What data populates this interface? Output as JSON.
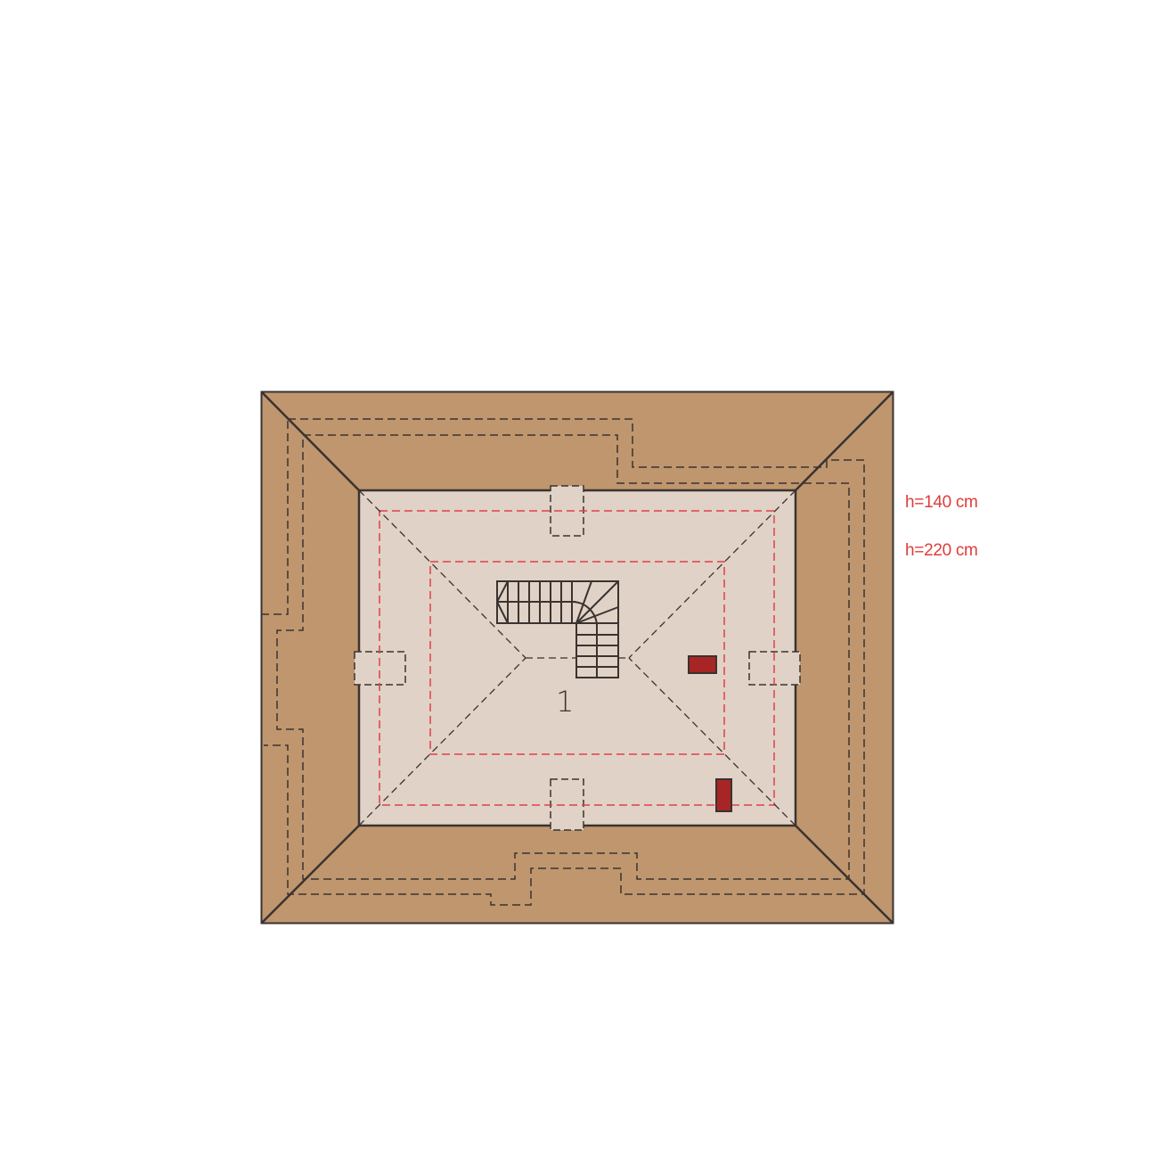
{
  "plan": {
    "type": "attic floor plan / roof outline",
    "colors": {
      "roof": "#bf966e",
      "floor": "#e0d2c6",
      "outline": "#3a3330",
      "height_line": "#e0404a",
      "chimney": "#a82526"
    },
    "room_label": "1",
    "legend": [
      {
        "text": "h=140 cm",
        "color": "#e03c3c"
      },
      {
        "text": "h=220 cm",
        "color": "#e03c3c"
      }
    ]
  }
}
